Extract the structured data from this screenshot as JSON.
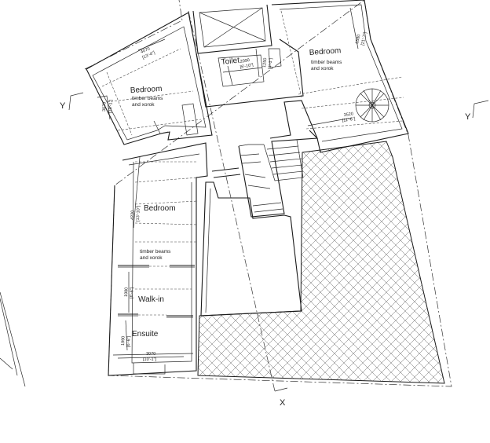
{
  "rooms": {
    "bedroom_top_left": {
      "name": "Bedroom",
      "note_line1": "timber beams",
      "note_line2": "and xorok"
    },
    "toilet": {
      "name": "Toilet"
    },
    "bedroom_top_right": {
      "name": "Bedroom",
      "note_line1": "timber beams",
      "note_line2": "and xorok"
    },
    "bedroom_left": {
      "name": "Bedroom"
    },
    "timber_note": {
      "line1": "timber beams",
      "line2": "and xorok"
    },
    "walkin": {
      "name": "Walk-in"
    },
    "ensuite": {
      "name": "Ensuite"
    }
  },
  "dimensions": {
    "d1_mm": "4070",
    "d1_ft": "[13'-4\"]",
    "d2_mm": "3070",
    "d2_ft": "[10'-1\"]",
    "d3_mm": "2090",
    "d3_ft": "[6'-10\"]",
    "d4_mm": "1250",
    "d4_ft": "[4'-1\"]",
    "d5_mm": "6580",
    "d5_ft": "[21'-7\"]",
    "d6_mm": "3520",
    "d6_ft": "[11'-6\"]",
    "d7_mm": "4220",
    "d7_ft": "[13'-10\"]",
    "d8_mm": "1980",
    "d8_ft": "[6'-6\"]",
    "d9_mm": "1990",
    "d9_ft": "[6'-6\"]",
    "d10_mm": "3070",
    "d10_ft": "[10'-1\"]"
  },
  "section_markers": {
    "left": "Y",
    "right": "Y",
    "bottom": "X"
  }
}
